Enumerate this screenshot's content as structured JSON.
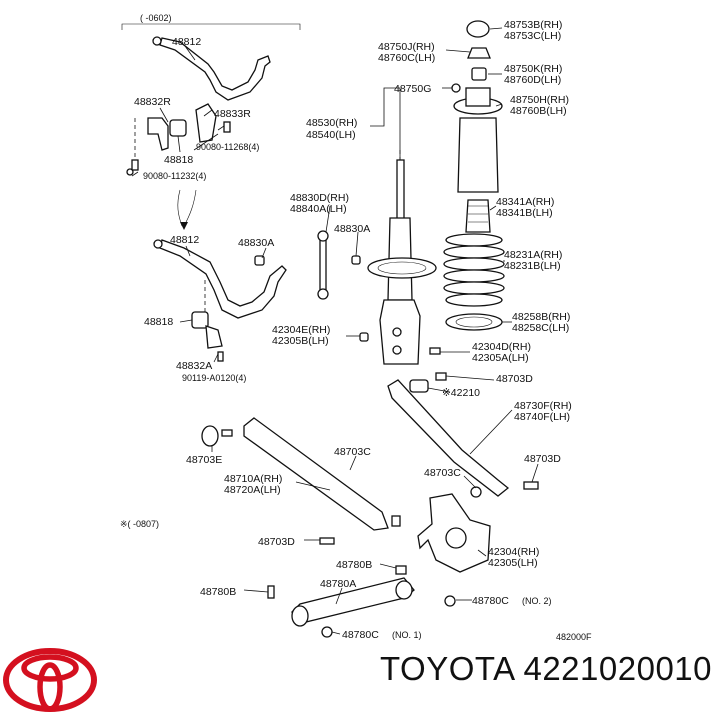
{
  "diagram": {
    "header_range": "(  -0602)",
    "footer_note": "※(  -0807)",
    "figure_code": "482000F",
    "labels": {
      "p48812_top": "48812",
      "p48832R": "48832R",
      "p48833R": "48833R",
      "p48818_top": "48818",
      "p90080_11268": "90080-11268(4)",
      "p90080_11232": "90080-11232(4)",
      "p48812_mid": "48812",
      "p48830A": "48830A",
      "p48818_low": "48818",
      "p48832A": "48832A",
      "p90119": "90119-A0120(4)",
      "p48753B": "48753B(RH)",
      "p48753C": "48753C(LH)",
      "p48750J": "48750J(RH)",
      "p48760C": "48760C(LH)",
      "p48750K": "48750K(RH)",
      "p48760D": "48760D(LH)",
      "p48750G": "48750G",
      "p48750H": "48750H(RH)",
      "p48760B": "48760B(LH)",
      "p48530": "48530(RH)",
      "p48540": "48540(LH)",
      "p48341A": "48341A(RH)",
      "p48341B": "48341B(LH)",
      "p48830D": "48830D(RH)",
      "p48840A": "48840A(LH)",
      "p48830A_link": "48830A",
      "p48231A": "48231A(RH)",
      "p48231B": "48231B(LH)",
      "p48258B": "48258B(RH)",
      "p48258C": "48258C(LH)",
      "p42304E": "42304E(RH)",
      "p42305B": "42305B(LH)",
      "p42304D": "42304D(RH)",
      "p42305A": "42305A(LH)",
      "p48703D_a": "48703D",
      "p42210": "※42210",
      "p48730F": "48730F(RH)",
      "p48740F": "48740F(LH)",
      "p48703E": "48703E",
      "p48703C_a": "48703C",
      "p48703C_b": "48703C",
      "p48703D_b": "48703D",
      "p48710A": "48710A(RH)",
      "p48720A": "48720A(LH)",
      "p48703D_c": "48703D",
      "p48780B_a": "48780B",
      "p42304": "42304(RH)",
      "p42305": "42305(LH)",
      "p48780A": "48780A",
      "p48780B_b": "48780B",
      "p48780C_a": "48780C",
      "p48780C_a_note": "(NO. 2)",
      "p48780C_b": "48780C",
      "p48780C_b_note": "(NO. 1)"
    }
  },
  "footer": {
    "brand": "TOYOTA",
    "part_number": "4221020010",
    "logo_color": "#d4101f"
  }
}
